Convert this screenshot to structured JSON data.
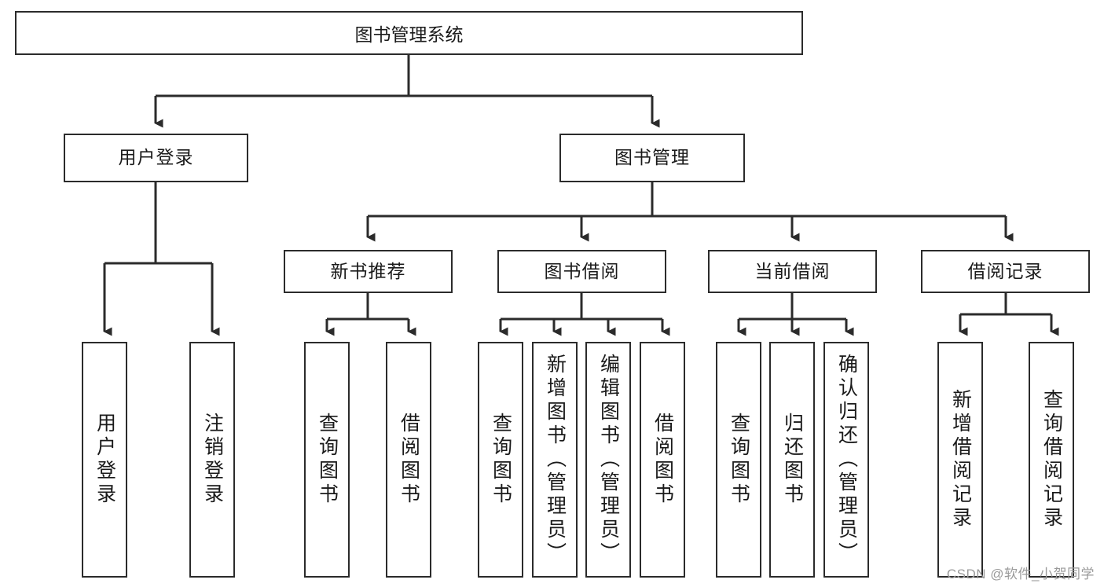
{
  "diagram": {
    "title": "图书管理系统",
    "type": "tree-hierarchy",
    "watermark": "CSDN @软件_小贺同学",
    "colors": {
      "stroke": "#2b2b2b",
      "fill": "#ffffff",
      "text": "#1a1a1a",
      "watermark": "#9a9a9a"
    },
    "levels": {
      "root": {
        "label": "图书管理系统"
      },
      "level2": [
        {
          "id": "user-login",
          "label": "用户登录"
        },
        {
          "id": "book-admin",
          "label": "图书管理"
        }
      ],
      "level3": [
        {
          "id": "new-book-rec",
          "label": "新书推荐"
        },
        {
          "id": "book-borrow",
          "label": "图书借阅"
        },
        {
          "id": "current-borrow",
          "label": "当前借阅"
        },
        {
          "id": "borrow-record",
          "label": "借阅记录"
        }
      ],
      "leaves": {
        "user_login": [
          {
            "id": "leaf-user-login",
            "label": "用户登录"
          },
          {
            "id": "leaf-logout",
            "label": "注销登录"
          }
        ],
        "new_book_rec": [
          {
            "id": "leaf-query-book-1",
            "label": "查询图书"
          },
          {
            "id": "leaf-borrow-book-1",
            "label": "借阅图书"
          }
        ],
        "book_borrow": [
          {
            "id": "leaf-query-book-2",
            "label": "查询图书"
          },
          {
            "id": "leaf-add-book",
            "label": "新增图书（管理员）"
          },
          {
            "id": "leaf-edit-book",
            "label": "编辑图书（管理员）"
          },
          {
            "id": "leaf-borrow-book-2",
            "label": "借阅图书"
          }
        ],
        "current_borrow": [
          {
            "id": "leaf-query-book-3",
            "label": "查询图书"
          },
          {
            "id": "leaf-return-book",
            "label": "归还图书"
          },
          {
            "id": "leaf-confirm-return",
            "label": "确认归还（管理员）"
          }
        ],
        "borrow_record": [
          {
            "id": "leaf-add-record",
            "label": "新增借阅记录"
          },
          {
            "id": "leaf-query-record",
            "label": "查询借阅记录"
          }
        ]
      }
    }
  }
}
